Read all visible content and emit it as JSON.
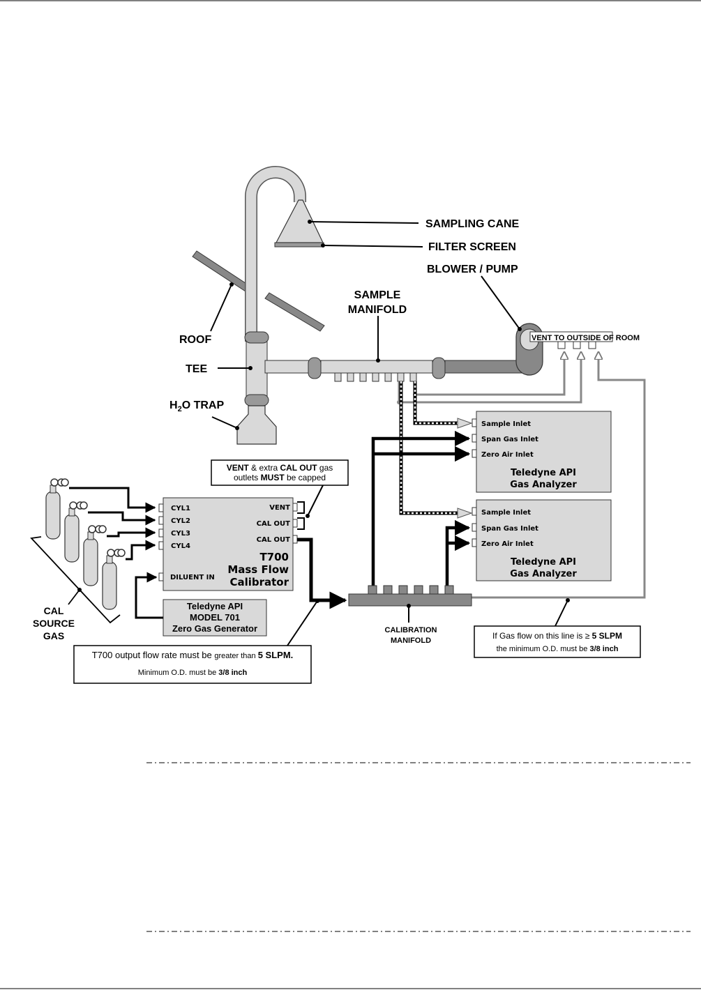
{
  "labels": {
    "sampling_cane": "SAMPLING CANE",
    "filter_screen": "FILTER SCREEN",
    "blower_pump": "BLOWER / PUMP",
    "sample_manifold_1": "SAMPLE",
    "sample_manifold_2": "MANIFOLD",
    "roof": "ROOF",
    "tee": "TEE",
    "h2o_trap_h": "H",
    "h2o_trap_sub": "2",
    "h2o_trap_rest": "O TRAP",
    "vent_outside": "VENT TO OUTSIDE OF ROOM",
    "cal_source_1": "CAL",
    "cal_source_2": "SOURCE",
    "cal_source_3": "GAS",
    "calibration_manifold_1": "CALIBRATION",
    "calibration_manifold_2": "MANIFOLD"
  },
  "calibrator": {
    "ports_left": [
      "CYL1",
      "CYL2",
      "CYL3",
      "CYL4"
    ],
    "diluent": "DILUENT IN",
    "vent": "VENT",
    "cal_out_1": "CAL OUT",
    "cal_out_2": "CAL OUT",
    "title_1": "T700",
    "title_2": "Mass Flow",
    "title_3": "Calibrator"
  },
  "zero_gen": {
    "line1": "Teledyne API",
    "line2": "MODEL 701",
    "line3": "Zero Gas Generator"
  },
  "analyzer": {
    "sample_inlet": "Sample Inlet",
    "span_inlet": "Span Gas Inlet",
    "zero_inlet": "Zero Air Inlet",
    "title_1": "Teledyne API",
    "title_2": "Gas Analyzer"
  },
  "notes": {
    "capped_a": "VENT",
    "capped_b": " & extra ",
    "capped_c": "CAL OUT",
    "capped_d": " gas",
    "capped_e": "outlets ",
    "capped_f": "MUST",
    "capped_g": " be capped",
    "flow_a": "T700 output flow rate must be ",
    "flow_b": "greater than ",
    "flow_c": "5 SLPM.",
    "od_a": "Minimum O.D. must be ",
    "od_b": "3/8 inch",
    "gas_a": "If Gas flow on this line is ",
    "gas_b": "≥ ",
    "gas_c": "5 SLPM",
    "gas_d": "the minimum O.D. must be ",
    "gas_e": "3/8 inch"
  }
}
